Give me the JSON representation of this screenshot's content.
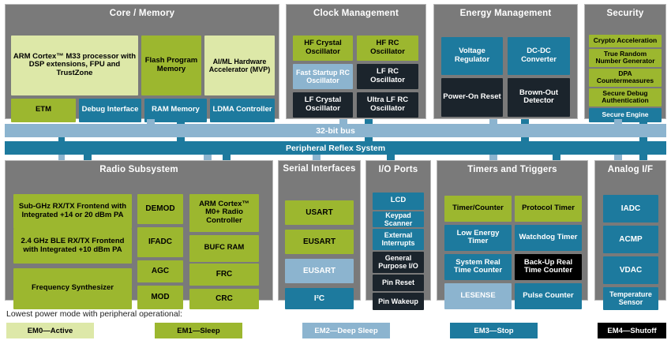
{
  "panels": {
    "core_memory": {
      "title": "Core / Memory",
      "blocks": [
        {
          "label": "ARM Cortex™ M33 processor with DSP extensions, FPU and TrustZone",
          "mode": "em0"
        },
        {
          "label": "Flash Program Memory",
          "mode": "em1"
        },
        {
          "label": "AI/ML Hardware Accelerator (MVP)",
          "mode": "em0"
        },
        {
          "label": "ETM",
          "mode": "em1"
        },
        {
          "label": "Debug Interface",
          "mode": "em3"
        },
        {
          "label": "RAM Memory",
          "mode": "em3"
        },
        {
          "label": "LDMA Controller",
          "mode": "em3"
        }
      ]
    },
    "clock_management": {
      "title": "Clock Management",
      "blocks": [
        {
          "label": "HF Crystal Oscillator",
          "mode": "em1"
        },
        {
          "label": "HF RC Oscillator",
          "mode": "em1"
        },
        {
          "label": "Fast Startup RC Oscillator",
          "mode": "em2"
        },
        {
          "label": "LF RC Oscillator",
          "mode": "em4"
        },
        {
          "label": "LF Crystal Oscillator",
          "mode": "em4"
        },
        {
          "label": "Ultra LF RC Oscillator",
          "mode": "em4"
        }
      ]
    },
    "energy_management": {
      "title": "Energy Management",
      "blocks": [
        {
          "label": "Voltage Regulator",
          "mode": "em3"
        },
        {
          "label": "DC-DC Converter",
          "mode": "em3"
        },
        {
          "label": "Power-On Reset",
          "mode": "em4"
        },
        {
          "label": "Brown-Out Detector",
          "mode": "em4"
        }
      ]
    },
    "security": {
      "title": "Security",
      "blocks": [
        {
          "label": "Crypto Acceleration",
          "mode": "em1"
        },
        {
          "label": "True Random Number Generator",
          "mode": "em1"
        },
        {
          "label": "DPA Countermeasures",
          "mode": "em1"
        },
        {
          "label": "Secure Debug Authentication",
          "mode": "em1"
        },
        {
          "label": "Secure Engine",
          "mode": "em3"
        }
      ]
    },
    "radio_subsystem": {
      "title": "Radio Subsystem",
      "blocks": [
        {
          "label": "Sub-GHz RX/TX Frontend with Integrated +14 or 20 dBm PA",
          "mode": "em1"
        },
        {
          "label": "2.4 GHz BLE RX/TX Frontend with Integrated +10 dBm PA",
          "mode": "em1"
        },
        {
          "label": "Frequency Synthesizer",
          "mode": "em1"
        },
        {
          "label": "DEMOD",
          "mode": "em1"
        },
        {
          "label": "IFADC",
          "mode": "em1"
        },
        {
          "label": "AGC",
          "mode": "em1"
        },
        {
          "label": "MOD",
          "mode": "em1"
        },
        {
          "label": "ARM Cortex™ M0+ Radio Controller",
          "mode": "em1"
        },
        {
          "label": "BUFC RAM",
          "mode": "em1"
        },
        {
          "label": "FRC",
          "mode": "em1"
        },
        {
          "label": "CRC",
          "mode": "em1"
        }
      ]
    },
    "serial_interfaces": {
      "title": "Serial Interfaces",
      "blocks": [
        {
          "label": "USART",
          "mode": "em1"
        },
        {
          "label": "EUSART",
          "mode": "em1"
        },
        {
          "label": "EUSART",
          "mode": "em2"
        },
        {
          "label": "I²C",
          "mode": "em3"
        }
      ]
    },
    "io_ports": {
      "title": "I/O Ports",
      "blocks": [
        {
          "label": "LCD",
          "mode": "em3"
        },
        {
          "label": "Keypad Scanner",
          "mode": "em3"
        },
        {
          "label": "External Interrupts",
          "mode": "em3"
        },
        {
          "label": "General Purpose I/O",
          "mode": "em4"
        },
        {
          "label": "Pin Reset",
          "mode": "em4"
        },
        {
          "label": "Pin Wakeup",
          "mode": "em4"
        }
      ]
    },
    "timers_triggers": {
      "title": "Timers and Triggers",
      "blocks": [
        {
          "label": "Timer/Counter",
          "mode": "em1"
        },
        {
          "label": "Protocol Timer",
          "mode": "em1"
        },
        {
          "label": "Low Energy Timer",
          "mode": "em3"
        },
        {
          "label": "Watchdog Timer",
          "mode": "em3"
        },
        {
          "label": "System Real Time Counter",
          "mode": "em3"
        },
        {
          "label": "Back-Up Real Time Counter",
          "mode": "em4b"
        },
        {
          "label": "LESENSE",
          "mode": "em2"
        },
        {
          "label": "Pulse Counter",
          "mode": "em3"
        }
      ]
    },
    "analog_if": {
      "title": "Analog I/F",
      "blocks": [
        {
          "label": "IADC",
          "mode": "em3"
        },
        {
          "label": "ACMP",
          "mode": "em3"
        },
        {
          "label": "VDAC",
          "mode": "em3"
        },
        {
          "label": "Temperature Sensor",
          "mode": "em3"
        }
      ]
    }
  },
  "buses": [
    {
      "label": "32-bit bus"
    },
    {
      "label": "Peripheral Reflex System"
    }
  ],
  "legend": {
    "caption": "Lowest power mode with peripheral operational:",
    "items": [
      {
        "label": "EM0—Active",
        "mode": "em0",
        "color": "#dde8a8"
      },
      {
        "label": "EM1—Sleep",
        "mode": "em1",
        "color": "#9cb72f"
      },
      {
        "label": "EM2—Deep Sleep",
        "mode": "em2",
        "color": "#8cb4cf"
      },
      {
        "label": "EM3—Stop",
        "mode": "em3",
        "color": "#1d7a9e"
      },
      {
        "label": "EM4—Shutoff",
        "mode": "em4b",
        "color": "#000000"
      }
    ]
  }
}
